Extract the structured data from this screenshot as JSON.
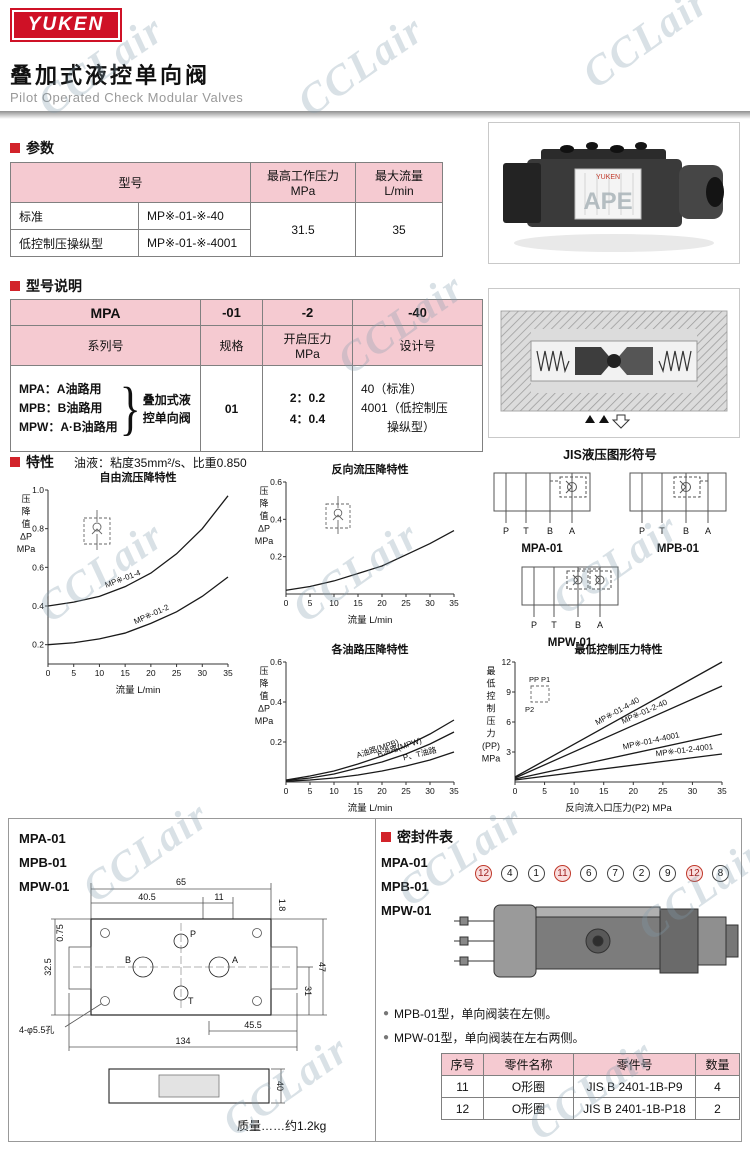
{
  "watermark": {
    "text": "CCLair"
  },
  "header": {
    "logo": "YUKEN",
    "title": "叠加式液控单向阀",
    "subtitle": "Pilot Operated Check Modular Valves"
  },
  "params": {
    "heading": "参数",
    "col_model": "型号",
    "col_pressure_line1": "最高工作压力",
    "col_pressure_line2": "MPa",
    "col_flow_line1": "最大流量",
    "col_flow_line2": "L/min",
    "rows": [
      {
        "name": "标准",
        "model": "MP※-01-※-40"
      },
      {
        "name": "低控制压操纵型",
        "model": "MP※-01-※-4001"
      }
    ],
    "max_pressure": "31.5",
    "max_flow": "35"
  },
  "model": {
    "heading": "型号说明",
    "h1": [
      "MPA",
      "-01",
      "-2",
      "-40"
    ],
    "h2": [
      "系列号",
      "规格",
      "开启压力",
      "设计号"
    ],
    "h2_unit": "MPa",
    "series": [
      "MPA：A油路用",
      "MPB：B油路用",
      "MPW：A·B油路用"
    ],
    "brace": "}",
    "desc_line1": "叠加式液",
    "desc_line2": "控单向阀",
    "spec": "01",
    "pressure_lines": [
      "2：0.2",
      "4：0.4"
    ],
    "design_lines": [
      "40（标准）",
      "4001（低控制压",
      "操纵型）"
    ]
  },
  "characteristics": {
    "heading": "特性",
    "note": "油液：粘度35mm²/s、比重0.850"
  },
  "photo": {
    "brand": "YUKEN",
    "overlay": "APE"
  },
  "jis": {
    "title": "JIS液压图形符号",
    "labels": [
      "MPA-01",
      "MPB-01",
      "MPW-01"
    ],
    "ports": [
      "P",
      "T",
      "B",
      "A"
    ]
  },
  "annot": {
    "pp_p1": "PP  P1",
    "p2": "P2"
  },
  "chart_data": [
    {
      "id": "free-flow",
      "type": "line",
      "title": "自由流压降特性",
      "ylabel_lines": [
        "压",
        "降",
        "值",
        "ΔP",
        "MPa"
      ],
      "xlabel": "流量  L/min",
      "xlim": [
        0,
        35
      ],
      "ylim": [
        0.1,
        1.0
      ],
      "yticks": [
        "0.2",
        "0.4",
        "0.6",
        "0.8",
        "1.0"
      ],
      "xticks": [
        0,
        5,
        10,
        15,
        20,
        25,
        30,
        35
      ],
      "margins": {
        "l": 36,
        "r": 16,
        "t": 20,
        "b": 32
      },
      "series": [
        {
          "name": "MP※-01-4",
          "label_f": 0.42,
          "x": [
            0,
            5,
            10,
            15,
            20,
            25,
            30,
            35
          ],
          "y": [
            0.4,
            0.42,
            0.45,
            0.5,
            0.57,
            0.67,
            0.8,
            0.97
          ]
        },
        {
          "name": "MP※-01-2",
          "label_f": 0.58,
          "x": [
            0,
            5,
            10,
            15,
            20,
            25,
            30,
            35
          ],
          "y": [
            0.2,
            0.21,
            0.23,
            0.26,
            0.31,
            0.37,
            0.45,
            0.55
          ]
        }
      ]
    },
    {
      "id": "reverse-flow",
      "type": "line",
      "title": "反向流压降特性",
      "ylabel_lines": [
        "压",
        "降",
        "值",
        "ΔP",
        "MPa"
      ],
      "xlabel": "流量  L/min",
      "xlim": [
        0,
        35
      ],
      "ylim": [
        0,
        0.6
      ],
      "yticks": [
        "0.2",
        "0.4",
        "0.6"
      ],
      "xticks": [
        0,
        5,
        10,
        15,
        20,
        25,
        30,
        35
      ],
      "margins": {
        "l": 36,
        "r": 16,
        "t": 20,
        "b": 32
      },
      "series": [
        {
          "name": "",
          "x": [
            0,
            5,
            10,
            15,
            20,
            25,
            30,
            35
          ],
          "y": [
            0.02,
            0.04,
            0.07,
            0.11,
            0.15,
            0.21,
            0.27,
            0.34
          ]
        }
      ]
    },
    {
      "id": "path-drop",
      "type": "line",
      "title": "各油路压降特性",
      "ylabel_lines": [
        "压",
        "降",
        "值",
        "ΔP",
        "MPa"
      ],
      "xlabel": "流量  L/min",
      "xlim": [
        0,
        35
      ],
      "ylim": [
        0,
        0.6
      ],
      "yticks": [
        "0.2",
        "0.4",
        "0.6"
      ],
      "xticks": [
        0,
        5,
        10,
        15,
        20,
        25,
        30,
        35
      ],
      "margins": {
        "l": 36,
        "r": 16,
        "t": 20,
        "b": 32
      },
      "series": [
        {
          "name": "A油路(MPB)",
          "label_f": 0.55,
          "x": [
            0,
            5,
            10,
            15,
            20,
            25,
            30,
            35
          ],
          "y": [
            0.01,
            0.03,
            0.055,
            0.09,
            0.13,
            0.18,
            0.24,
            0.31
          ]
        },
        {
          "name": "B油路(MPW)",
          "label_f": 0.68,
          "x": [
            0,
            5,
            10,
            15,
            20,
            25,
            30,
            35
          ],
          "y": [
            0.008,
            0.02,
            0.04,
            0.07,
            0.1,
            0.14,
            0.19,
            0.25
          ]
        },
        {
          "name": "P、T油路",
          "label_f": 0.8,
          "x": [
            0,
            5,
            10,
            15,
            20,
            25,
            30,
            35
          ],
          "y": [
            0.004,
            0.01,
            0.02,
            0.035,
            0.055,
            0.08,
            0.11,
            0.15
          ]
        }
      ]
    },
    {
      "id": "min-control",
      "type": "line",
      "title": "最低控制压力特性",
      "ylabel_lines": [
        "最",
        "低",
        "控",
        "制",
        "压",
        "力",
        "(PP)",
        "MPa"
      ],
      "xlabel": "反向流入口压力(P2) MPa",
      "xlim": [
        0,
        35
      ],
      "ylim": [
        0,
        12
      ],
      "yticks": [
        "3",
        "6",
        "9",
        "12"
      ],
      "xticks": [
        0,
        5,
        10,
        15,
        20,
        25,
        30,
        35
      ],
      "margins": {
        "l": 38,
        "r": 20,
        "t": 20,
        "b": 32
      },
      "series": [
        {
          "name": "MP※-01-4-40",
          "label_f": 0.5,
          "x": [
            0,
            35
          ],
          "y": [
            0.5,
            12.0
          ]
        },
        {
          "name": "MP※-01-2-40",
          "label_f": 0.63,
          "x": [
            0,
            35
          ],
          "y": [
            0.4,
            9.6
          ]
        },
        {
          "name": "MP※-01-4-4001",
          "label_f": 0.66,
          "x": [
            0,
            35
          ],
          "y": [
            0.3,
            4.8
          ]
        },
        {
          "name": "MP※-01-2-4001",
          "label_f": 0.82,
          "x": [
            0,
            35
          ],
          "y": [
            0.2,
            2.8
          ]
        }
      ]
    }
  ],
  "dims": {
    "models": [
      "MPA-01",
      "MPB-01",
      "MPW-01"
    ],
    "d65": "65",
    "d40_5": "40.5",
    "d11": "11",
    "d1_8": "1.8",
    "d0_75": "0.75",
    "d32_5": "32.5",
    "d31": "31",
    "d47": "47",
    "d45_5": "45.5",
    "d134": "134",
    "d40": "40",
    "holes": "4-φ5.5孔",
    "ports": {
      "p": "P",
      "b": "B",
      "a": "A",
      "t": "T"
    },
    "mass": "质量……约1.2kg"
  },
  "seals": {
    "heading": "密封件表",
    "models": [
      "MPA-01",
      "MPB-01",
      "MPW-01"
    ],
    "callouts": [
      {
        "n": "12",
        "hl": true
      },
      {
        "n": "4",
        "hl": false
      },
      {
        "n": "1",
        "hl": false
      },
      {
        "n": "11",
        "hl": true
      },
      {
        "n": "6",
        "hl": false
      },
      {
        "n": "7",
        "hl": false
      },
      {
        "n": "2",
        "hl": false
      },
      {
        "n": "9",
        "hl": false
      },
      {
        "n": "12",
        "hl": true
      },
      {
        "n": "8",
        "hl": false
      }
    ],
    "notes": [
      "MPB-01型，单向阀装在左侧。",
      "MPW-01型，单向阀装在左右两侧。"
    ],
    "table": {
      "headers": [
        "序号",
        "零件名称",
        "零件号",
        "数量"
      ],
      "rows": [
        [
          "11",
          "O形圈",
          "JIS B 2401-1B-P9",
          "4"
        ],
        [
          "12",
          "O形圈",
          "JIS B 2401-1B-P18",
          "2"
        ]
      ]
    }
  },
  "colors": {
    "accent": "#d2232a",
    "table_header": "#f5cad1"
  }
}
